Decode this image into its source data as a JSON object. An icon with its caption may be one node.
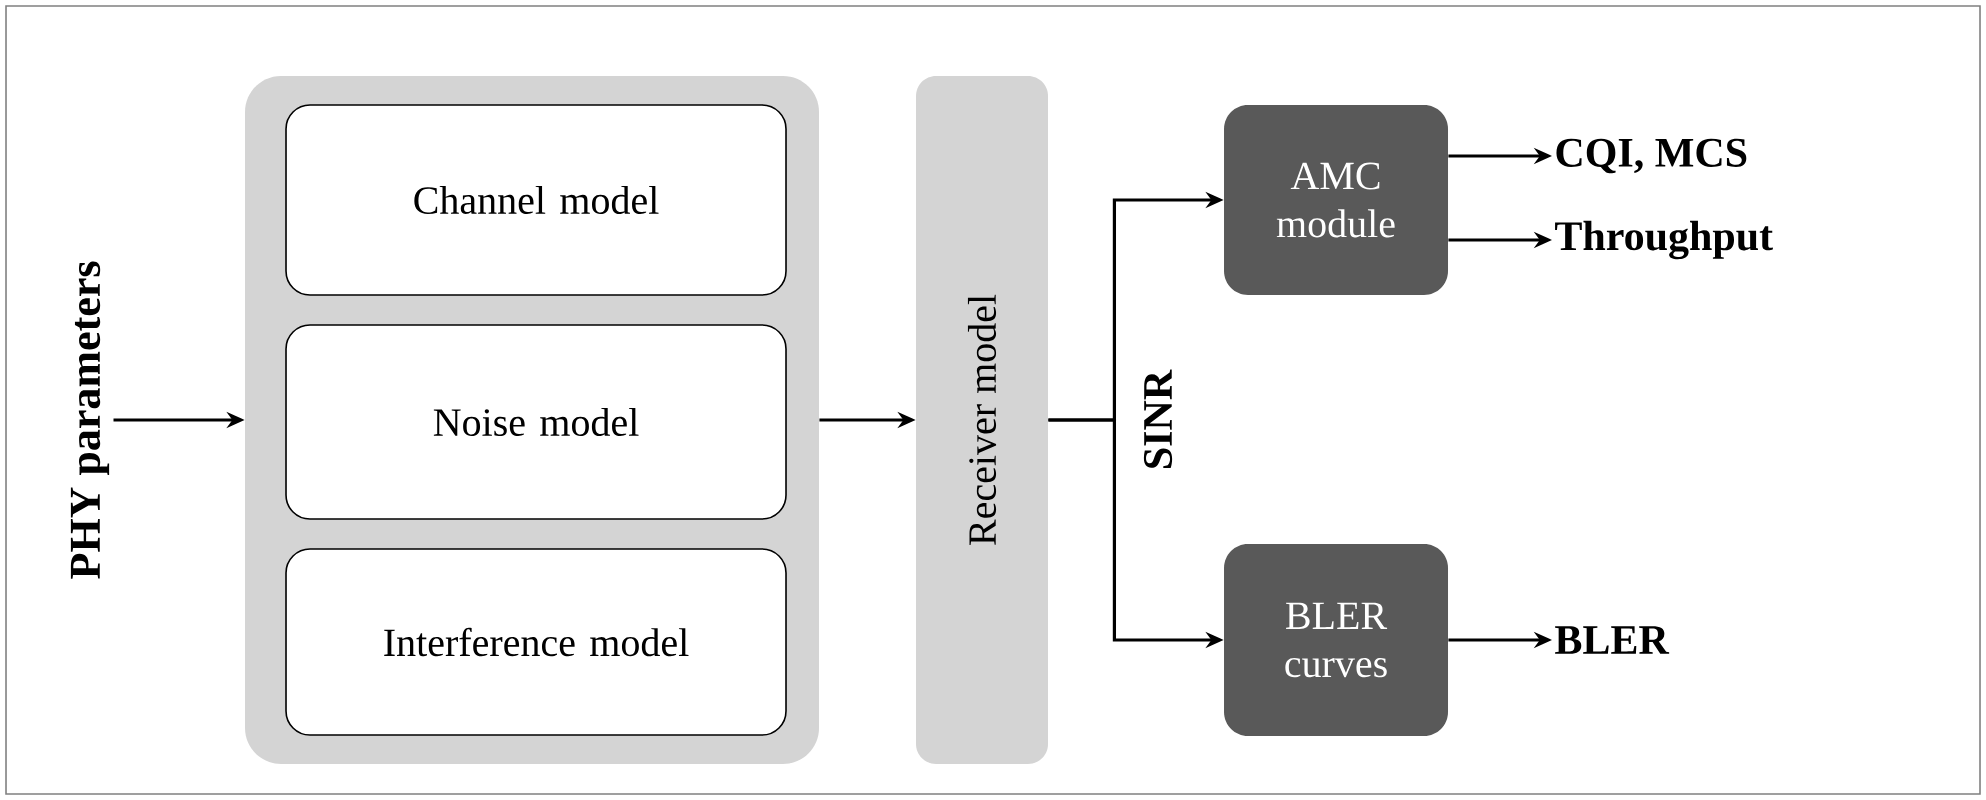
{
  "diagram": {
    "nodes": [
      {
        "text": [
          "PHY parameters"
        ]
      },
      {
        "text": [],
        "shape": "box"
      },
      {
        "text": [
          "Channel model"
        ],
        "in": 1
      },
      {
        "text": [
          "Noise model"
        ],
        "in": 1
      },
      {
        "text": [
          "Interference model"
        ],
        "in": 1
      },
      {
        "text": [
          "Receiver model"
        ]
      },
      {
        "text": [
          "AMC module"
        ]
      },
      {
        "text": [
          "BLER curves"
        ]
      },
      {
        "text": [
          "CQI, MCS"
        ]
      },
      {
        "text": [
          "Throughput"
        ]
      },
      {
        "text": [
          "BLER"
        ]
      }
    ],
    "edges": [
      {
        "from": 0,
        "to": 1,
        "arrow": "to"
      },
      {
        "from": 1,
        "to": 5,
        "arrow": "to"
      },
      {
        "from": 5,
        "to": 6,
        "arrow": "to",
        "label": "SINR"
      },
      {
        "from": 5,
        "to": 7,
        "arrow": "to"
      },
      {
        "from": 6,
        "to": 8,
        "arrow": "to"
      },
      {
        "from": 6,
        "to": 9,
        "arrow": "to"
      },
      {
        "from": 7,
        "to": 10,
        "arrow": "to"
      }
    ]
  }
}
